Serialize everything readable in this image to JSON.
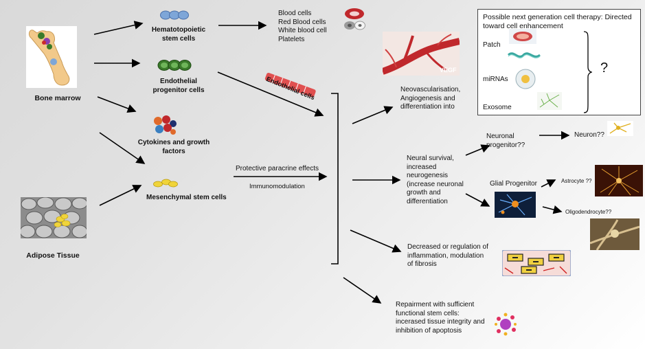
{
  "sources": {
    "bone_marrow": "Bone marrow",
    "adipose_tissue": "Adipose Tissue"
  },
  "cells": {
    "hsc": "Hematotopoietic stem cells",
    "epc": "Endothelial progenitor cells",
    "cytokines": "Cytokines and growth factors",
    "msc": "Mesenchymal stem cells"
  },
  "blood_cells": [
    "Blood cells",
    "Red Blood cells",
    "White blood cell",
    "Platelets"
  ],
  "endothelial_label": "Endothelial cells",
  "vegf_label": "VEGF",
  "paracrine": {
    "effects": "Protective paracrine effects",
    "immuno": "Immunomodulation"
  },
  "outcomes": {
    "neovasc": "Neovascularisation, Angiogenesis and differentiation into",
    "neural": "Neural survival, increased neurogenesis (increase neuronal growth and differentiation",
    "inflammation": "Decreased or regulation of inflammation, modulation of fibrosis",
    "repair": "Repairment with sufficient functional stem cells: incerased tissue integrity and inhibition of apoptosis"
  },
  "neuro": {
    "neuronal_progenitor": "Neuronal progenitor??",
    "neuron": "Neuron??",
    "glial_progenitor": "Glial Progenitor",
    "astrocyte": "Astrocyte ??",
    "oligodendrocyte": "Oligodendrocyte??"
  },
  "next_gen": {
    "title": "Possible next generation cell therapy: Directed toward cell enhancement",
    "items": [
      "Patch",
      "miRNAs",
      "Exosome"
    ],
    "question": "?"
  },
  "colors": {
    "arrow": "#000000",
    "vessel_red": "#c0282c",
    "hsc_blue": "#7ea6d8",
    "epc_green": "#3a7a2a",
    "msc_yellow": "#f0d43a"
  }
}
